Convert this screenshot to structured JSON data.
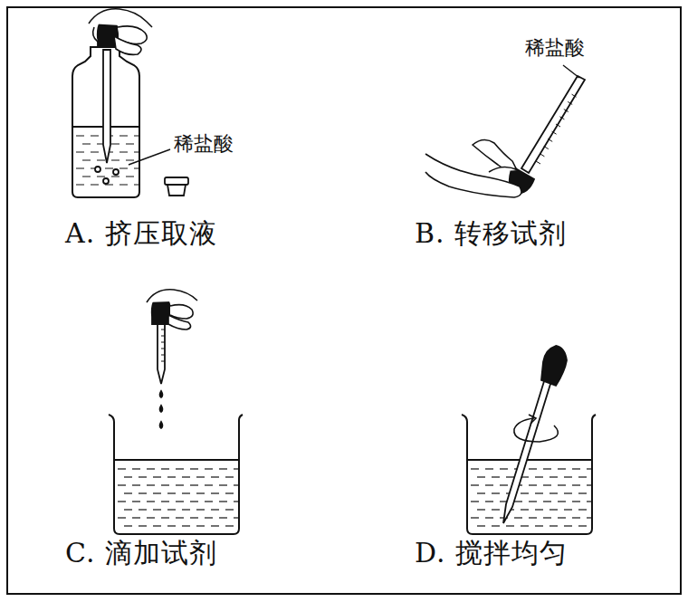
{
  "diagram": {
    "labels": [
      "稀盐酸",
      "A. 挤压取液",
      "稀盐酸",
      "B. 转移试剂",
      "C. 滴加试剂",
      "D. 搅拌均匀"
    ]
  }
}
